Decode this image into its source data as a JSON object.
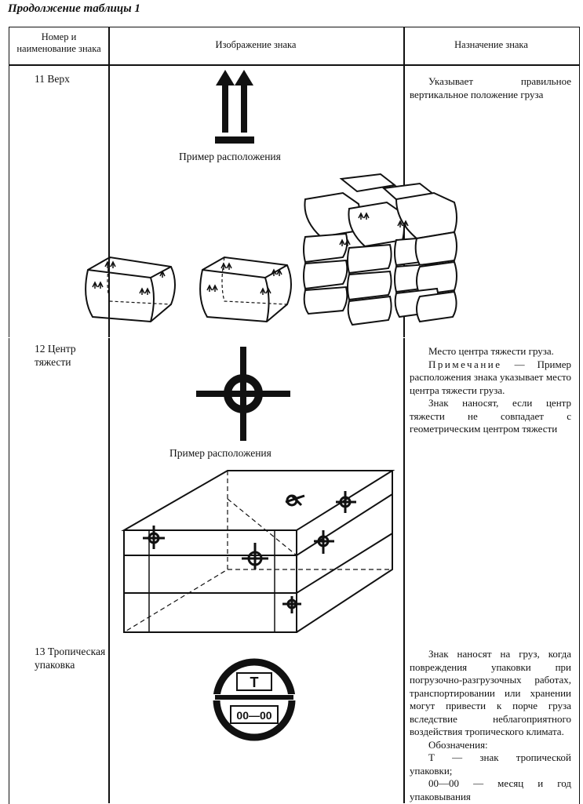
{
  "caption": "Продолжение таблицы 1",
  "headers": {
    "col1": "Номер и наименование знака",
    "col2": "Изображение знака",
    "col3": "Назначение знака"
  },
  "rows": [
    {
      "name": "11 Верх",
      "example_label": "Пример расположения",
      "purpose": "Указывает правильное вертикальное положение груза"
    },
    {
      "name": "12 Центр тяжести",
      "example_label": "Пример расположения",
      "purpose": "Место центра тяжести груза.",
      "note_label": "Примечание",
      "note_text": " — Пример расположения знака указывает место центра тяжести груза.",
      "extra": "Знак наносят, если центр тяжести не совпадает с геометрическим центром тяжести"
    },
    {
      "name": "13 Тропическая упаковка",
      "purpose": "Знак наносят на груз, когда повреждения упаковки при погрузочно-разгрузочных работах, транспортировании или хранении могут привести к порче груза вследствие неблагоприятного воздействия тропического климата.",
      "legend_title": "Обозначения:",
      "legend_t": "Т — знак тропической упаковки;",
      "legend_date": "00—00 — месяц и год упаковывания",
      "sign_t": "Т",
      "sign_date": "00—00"
    }
  ]
}
